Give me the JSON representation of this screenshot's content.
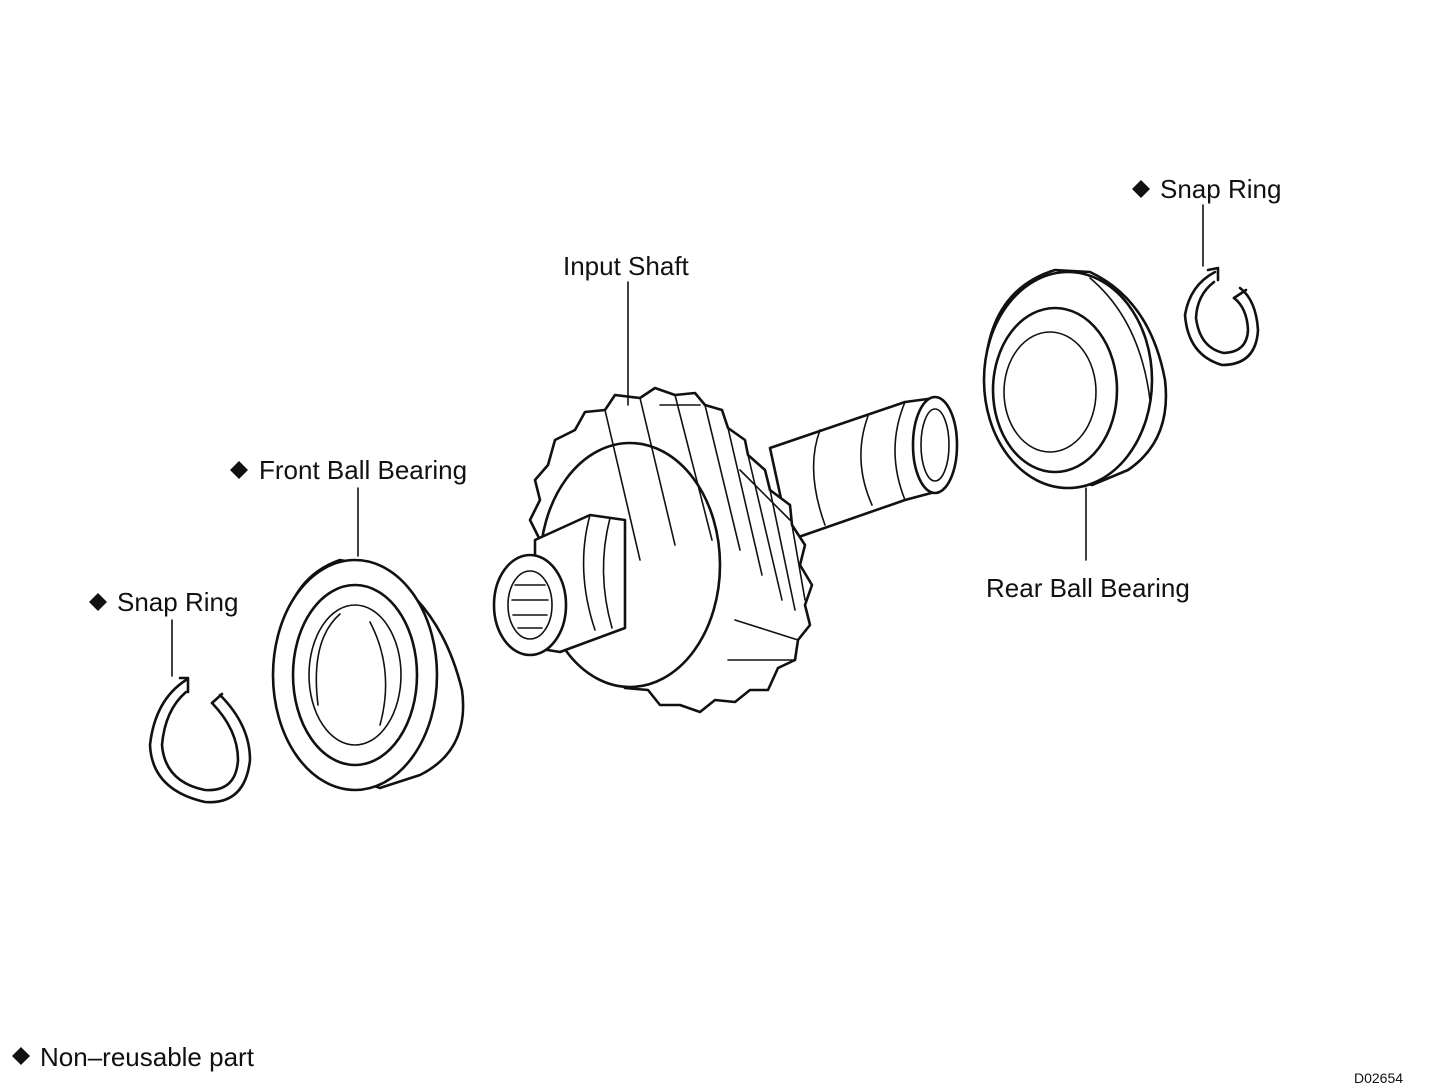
{
  "labels": {
    "snap_ring_right": "Snap Ring",
    "input_shaft": "Input Shaft",
    "front_ball_bearing": "Front Ball Bearing",
    "rear_ball_bearing": "Rear Ball Bearing",
    "snap_ring_left": "Snap Ring"
  },
  "legend": {
    "text": "Non–reusable part"
  },
  "figure_code": "D02654",
  "colors": {
    "ink": "#111111",
    "paper": "#ffffff"
  }
}
